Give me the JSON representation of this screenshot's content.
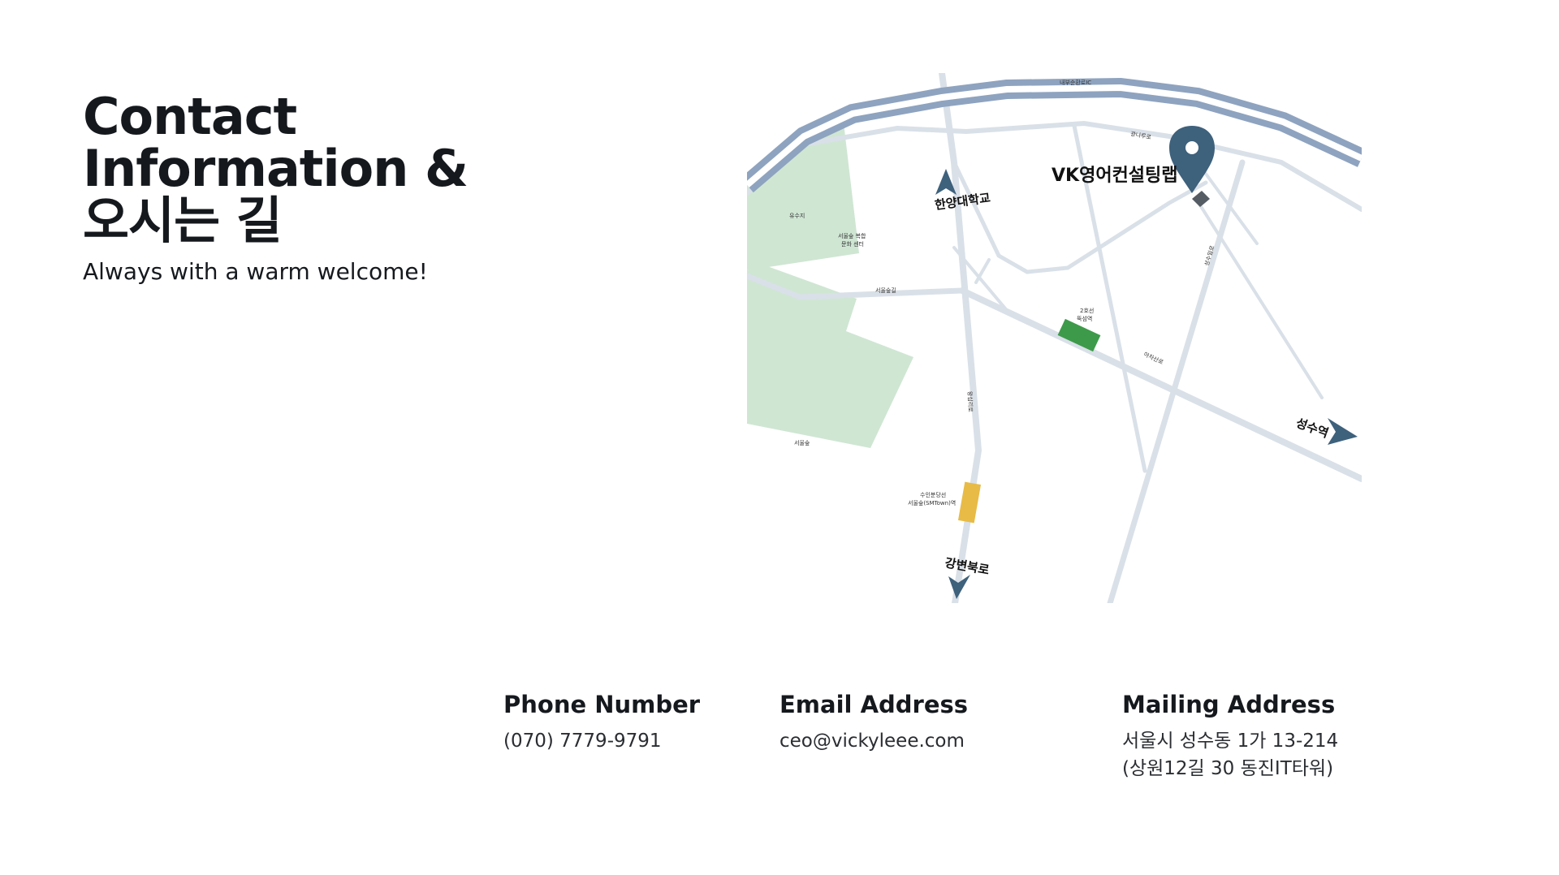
{
  "hero": {
    "title_lines": [
      "Contact",
      "Information &",
      "오시는 길"
    ],
    "subtitle": "Always with a warm welcome!"
  },
  "map": {
    "labels": {
      "company": "VK영어컨설팅랩",
      "hanyang": "한양대학교",
      "seongsu": "성수역",
      "gangbyeon": "강변북로",
      "yusuji": "유수지",
      "culture_center_line1": "서울숲 복합",
      "culture_center_line2": "문화 센터",
      "seoulsup_road": "서울숲길",
      "line2_station_line1": "2호선",
      "line2_station_line2": "뚝섬역",
      "bundang_line1": "수인분당선",
      "bundang_line2": "서울숲(SMTown)역",
      "seoulforest": "서울숲",
      "naebu": "내부순환로IC",
      "river_road": "광나루로",
      "wangsimni": "왕십리로",
      "achasan": "아차산로",
      "seongsu_ilro": "성수일로"
    },
    "colors": {
      "river_road": "#8ea3bf",
      "road": "#d9e0e8",
      "park": "#cfe6d3",
      "line2": "#3d9a4a",
      "bundang": "#e8bb46",
      "marker": "#3e617c"
    },
    "icons": {
      "pin": "map-pin-icon",
      "direction": "direction-arrow-icon"
    }
  },
  "contacts": {
    "phone": {
      "label": "Phone Number",
      "value": "(070) 7779-9791"
    },
    "email": {
      "label": "Email Address",
      "value": "ceo@vickyleee.com"
    },
    "mail": {
      "label": "Mailing Address",
      "line1": "서울시 성수동 1가 13-214",
      "line2": "(상원12길 30 동진IT타워)"
    }
  }
}
